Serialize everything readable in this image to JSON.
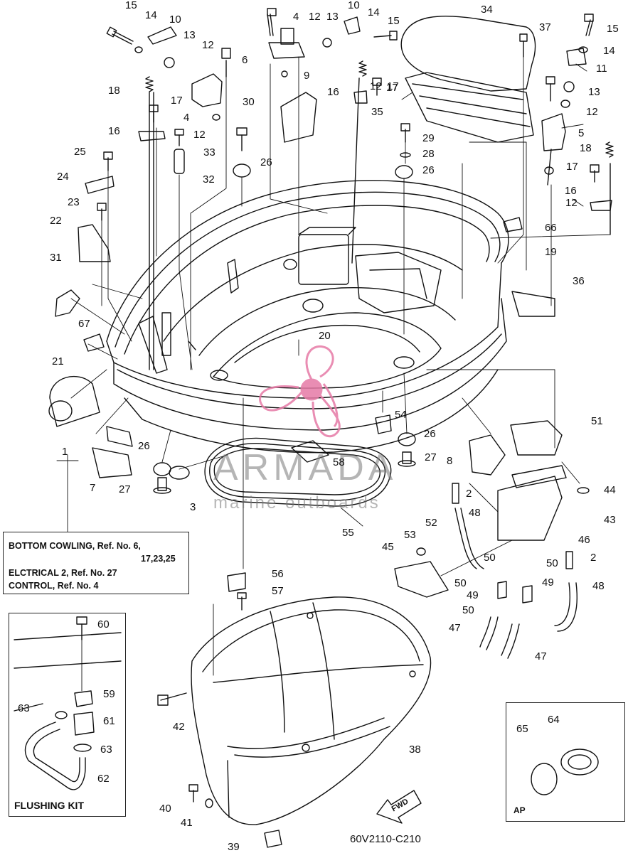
{
  "callouts": [
    "15",
    "14",
    "10",
    "13",
    "12",
    "6",
    "4",
    "12",
    "13",
    "10",
    "14",
    "15",
    "34",
    "37",
    "15",
    "14",
    "11",
    "13",
    "12",
    "5",
    "18",
    "17",
    "16",
    "12",
    "18",
    "17",
    "16",
    "12",
    "17",
    "4",
    "12",
    "9",
    "16",
    "17",
    "35",
    "30",
    "33",
    "26",
    "32",
    "29",
    "28",
    "26",
    "25",
    "24",
    "23",
    "22",
    "31",
    "66",
    "19",
    "36",
    "67",
    "20",
    "21",
    "1",
    "7",
    "26",
    "27",
    "3",
    "58",
    "54",
    "26",
    "27",
    "8",
    "51",
    "44",
    "43",
    "2",
    "48",
    "46",
    "52",
    "53",
    "45",
    "50",
    "50",
    "2",
    "48",
    "49",
    "49",
    "50",
    "50",
    "47",
    "47",
    "55",
    "56",
    "57",
    "38",
    "60",
    "59",
    "61",
    "63",
    "63",
    "62",
    "42",
    "40",
    "41",
    "39",
    "64",
    "65"
  ],
  "note": {
    "line1": "BOTTOM COWLING, Ref. No. 6,",
    "line2": "17,23,25",
    "line3": "ELCTRICAL 2, Ref. No. 27",
    "line4": "CONTROL,  Ref. No. 4"
  },
  "flushing_kit_title": "FLUSHING KIT",
  "ap_title": "AP",
  "fwd_label": "FWD",
  "drawing_code": "60V2110-C210",
  "watermark": {
    "brand": "ARMADA",
    "tagline": "marine outboards"
  }
}
